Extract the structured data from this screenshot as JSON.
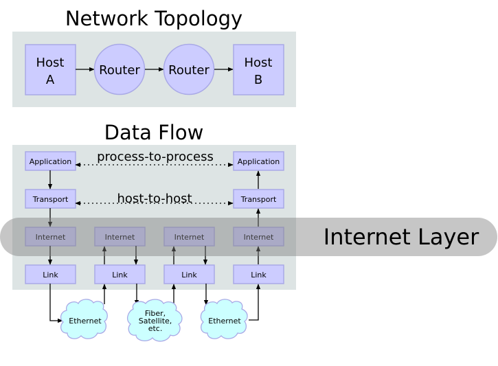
{
  "topology": {
    "title": "Network Topology",
    "nodes": [
      {
        "id": "hostA",
        "lines": [
          "Host",
          "A"
        ],
        "shape": "box"
      },
      {
        "id": "router1",
        "lines": [
          "Router"
        ],
        "shape": "circle"
      },
      {
        "id": "router2",
        "lines": [
          "Router"
        ],
        "shape": "circle"
      },
      {
        "id": "hostB",
        "lines": [
          "Host",
          "B"
        ],
        "shape": "box"
      }
    ]
  },
  "dataflow": {
    "title": "Data Flow",
    "peer_labels": {
      "application": "process-to-process",
      "transport": "host-to-host"
    },
    "columns": [
      {
        "layers": [
          "Application",
          "Transport",
          "Internet",
          "Link"
        ]
      },
      {
        "layers": [
          "Internet",
          "Link"
        ]
      },
      {
        "layers": [
          "Internet",
          "Link"
        ]
      },
      {
        "layers": [
          "Application",
          "Transport",
          "Internet",
          "Link"
        ]
      }
    ],
    "networks": [
      {
        "label": [
          "Ethernet"
        ]
      },
      {
        "label": [
          "Fiber,",
          "Satellite,",
          "etc."
        ]
      },
      {
        "label": [
          "Ethernet"
        ]
      }
    ]
  },
  "highlight": {
    "label": "Internet Layer"
  },
  "colors": {
    "node_fill": "#ccccff",
    "node_stroke": "#a9a9e6",
    "panel": "#dde4e4",
    "cloud_fill": "#ccffff",
    "highlight_band": "#808080"
  }
}
